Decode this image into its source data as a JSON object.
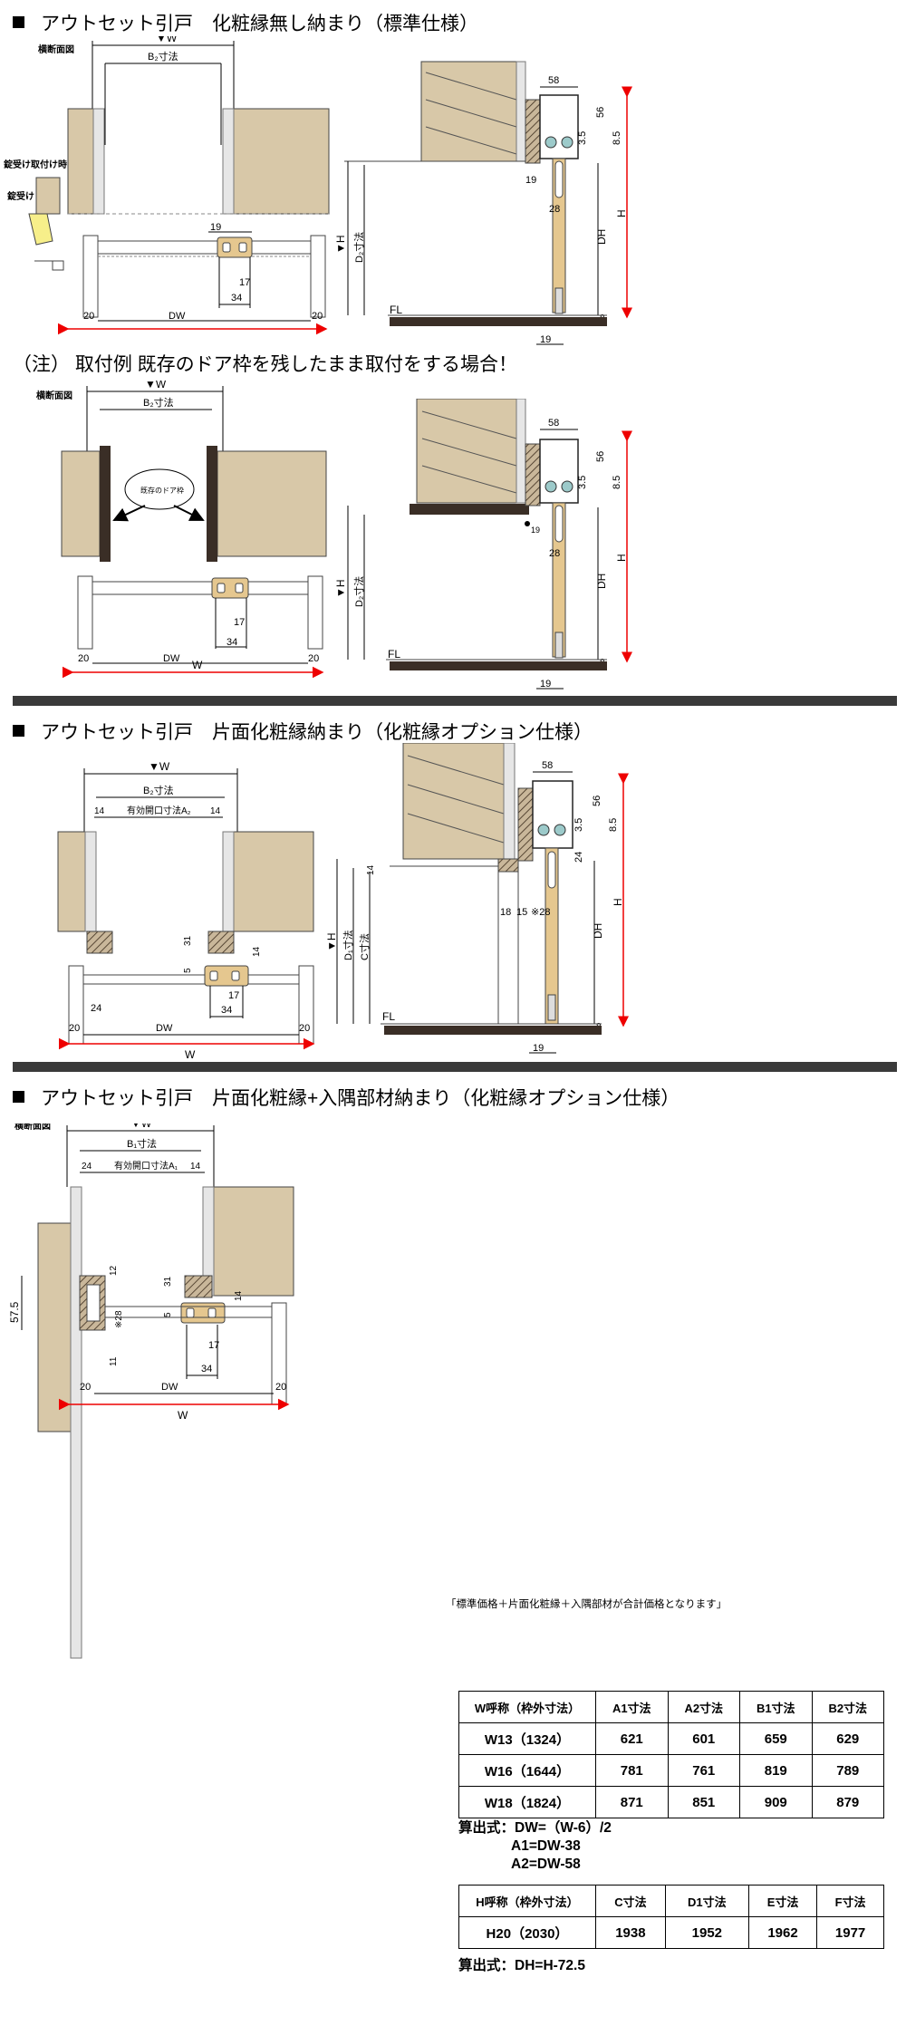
{
  "sections": {
    "s1_title": "アウトセット引戸　化粧縁無し納まり（標準仕様）",
    "s2_title": "（注） 取付例 既存のドア枠を残したまま取付をする場合！",
    "s3_title": "アウトセット引戸　片面化粧縁納まり（化粧縁オプション仕様）",
    "s4_title": "アウトセット引戸　片面化粧縁+入隅部材納まり（化粧縁オプション仕様）"
  },
  "labels": {
    "section_view": "横断面図",
    "lock_recv_attach": "錠受け取付け時",
    "lock_recv": "錠受け",
    "existing_frame": "既存のドア枠",
    "w": "▼W",
    "w_plain": "W",
    "h": "▼H",
    "h_plain": "H",
    "dw": "DW",
    "dh": "DH",
    "fl": "FL",
    "b1": "B₁寸法",
    "b2": "B₂寸法",
    "d1": "D₁寸法",
    "d2": "D₂寸法",
    "c": "C寸法",
    "a1": "有効開口寸法A₁",
    "a2": "有効開口寸法A₂",
    "n58": "58",
    "n56": "56",
    "n35": "3.5",
    "n85": "8.5",
    "n19": "19",
    "n28": "28",
    "n17": "17",
    "n34": "34",
    "n20": "20",
    "n14": "14",
    "n24": "24",
    "n31": "31",
    "n5": "5",
    "n8": "8",
    "n18": "18",
    "n15": "15",
    "n28x": "※28",
    "n12": "12",
    "n11": "11",
    "n575": "57.5"
  },
  "price_note": "「標準価格＋片面化粧縁＋入隅部材が合計価格となります」",
  "table_w": {
    "headers": [
      "W呼称（枠外寸法）",
      "A1寸法",
      "A2寸法",
      "B1寸法",
      "B2寸法"
    ],
    "rows": [
      [
        "W13（1324）",
        "621",
        "601",
        "659",
        "629"
      ],
      [
        "W16（1644）",
        "781",
        "761",
        "819",
        "789"
      ],
      [
        "W18（1824）",
        "871",
        "851",
        "909",
        "879"
      ]
    ]
  },
  "formula_w": {
    "line1": "算出式：DW=（W-6）/2",
    "line2": "A1=DW-38",
    "line3": "A2=DW-58"
  },
  "table_h": {
    "headers": [
      "H呼称（枠外寸法）",
      "C寸法",
      "D1寸法",
      "E寸法",
      "F寸法"
    ],
    "rows": [
      [
        "H20（2030）",
        "1938",
        "1952",
        "1962",
        "1977"
      ]
    ]
  },
  "formula_h": "算出式：DH=H-72.5"
}
